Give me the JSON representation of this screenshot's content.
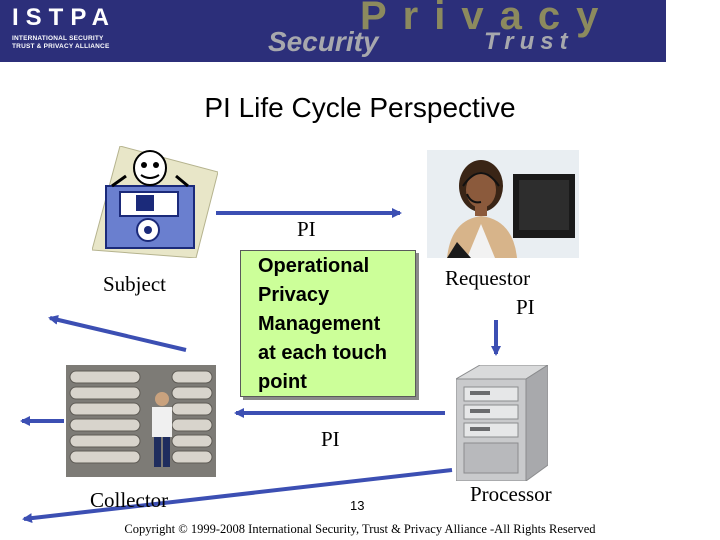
{
  "header": {
    "logo_main": "ISTPA",
    "logo_sub_1": "INTERNATIONAL SECURITY",
    "logo_sub_2": "TRUST & PRIVACY ALLIANCE",
    "banner_privacy": "Privacy",
    "banner_security": "Security",
    "banner_trust": "Trust"
  },
  "title": "PI Life Cycle Perspective",
  "nodes": {
    "subject": "Subject",
    "requestor": "Requestor",
    "collector": "Collector",
    "processor": "Processor"
  },
  "flows": {
    "pi_top": "PI",
    "pi_right": "PI",
    "pi_bottom": "PI"
  },
  "center_box": {
    "line1": "Operational",
    "line2": "Privacy",
    "line3": "Management",
    "line4": "at each touch",
    "line5": "point"
  },
  "page_number": "13",
  "copyright": "Copyright © 1999-2008 International Security, Trust & Privacy Alliance -All Rights Reserved",
  "icons": [
    "subject-clipart-icon",
    "requestor-headset-photo",
    "collector-archive-photo",
    "processor-server-icon"
  ]
}
